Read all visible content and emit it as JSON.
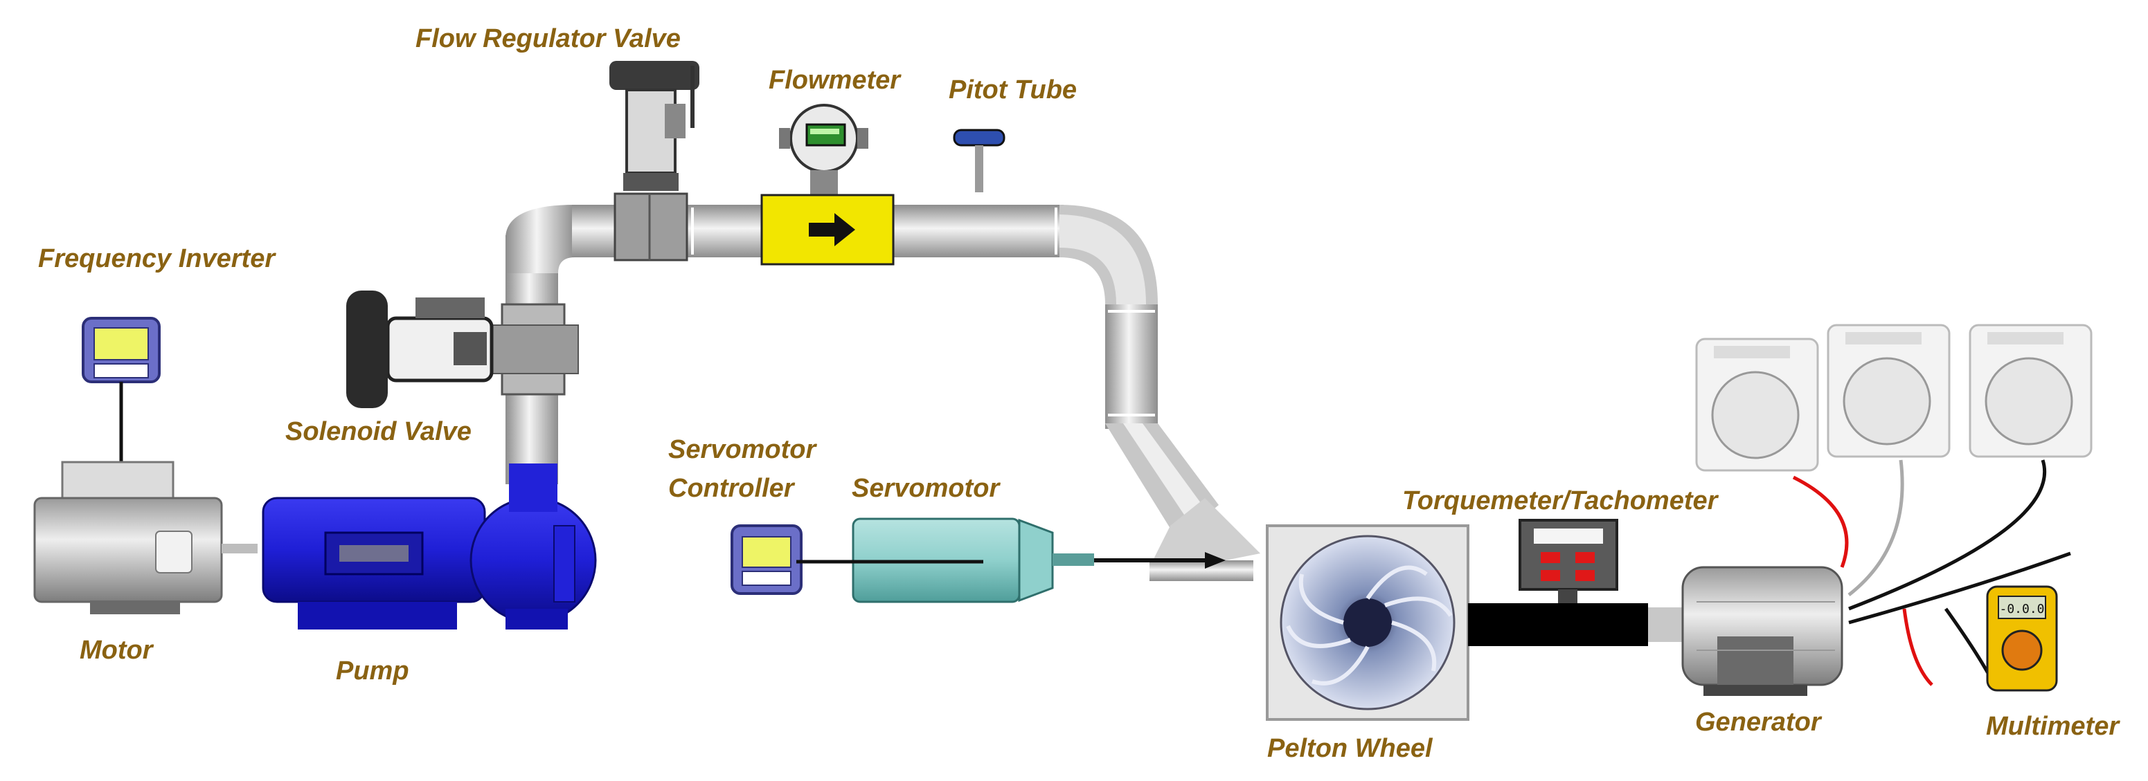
{
  "labels": {
    "flow_regulator_valve": "Flow Regulator Valve",
    "flowmeter": "Flowmeter",
    "pitot_tube": "Pitot Tube",
    "frequency_inverter": "Frequency Inverter",
    "solenoid_valve": "Solenoid Valve",
    "servomotor_controller_line1": "Servomotor",
    "servomotor_controller_line2": "Controller",
    "servomotor": "Servomotor",
    "torquemeter_tachometer": "Torquemeter/Tachometer",
    "motor": "Motor",
    "pump": "Pump",
    "pelton_wheel": "Pelton Wheel",
    "generator": "Generator",
    "multimeter": "Multimeter"
  },
  "displays": {
    "multimeter_reading": "-0.0.0"
  },
  "colors": {
    "label_text": "#8a6212",
    "pipe": "#c7c7c7",
    "pump_body": "#1f1fd6",
    "flowmeter_body": "#f2e600",
    "servomotor_body": "#8fd0cc",
    "multimeter_body": "#f0c000",
    "red_wire": "#e01010"
  }
}
